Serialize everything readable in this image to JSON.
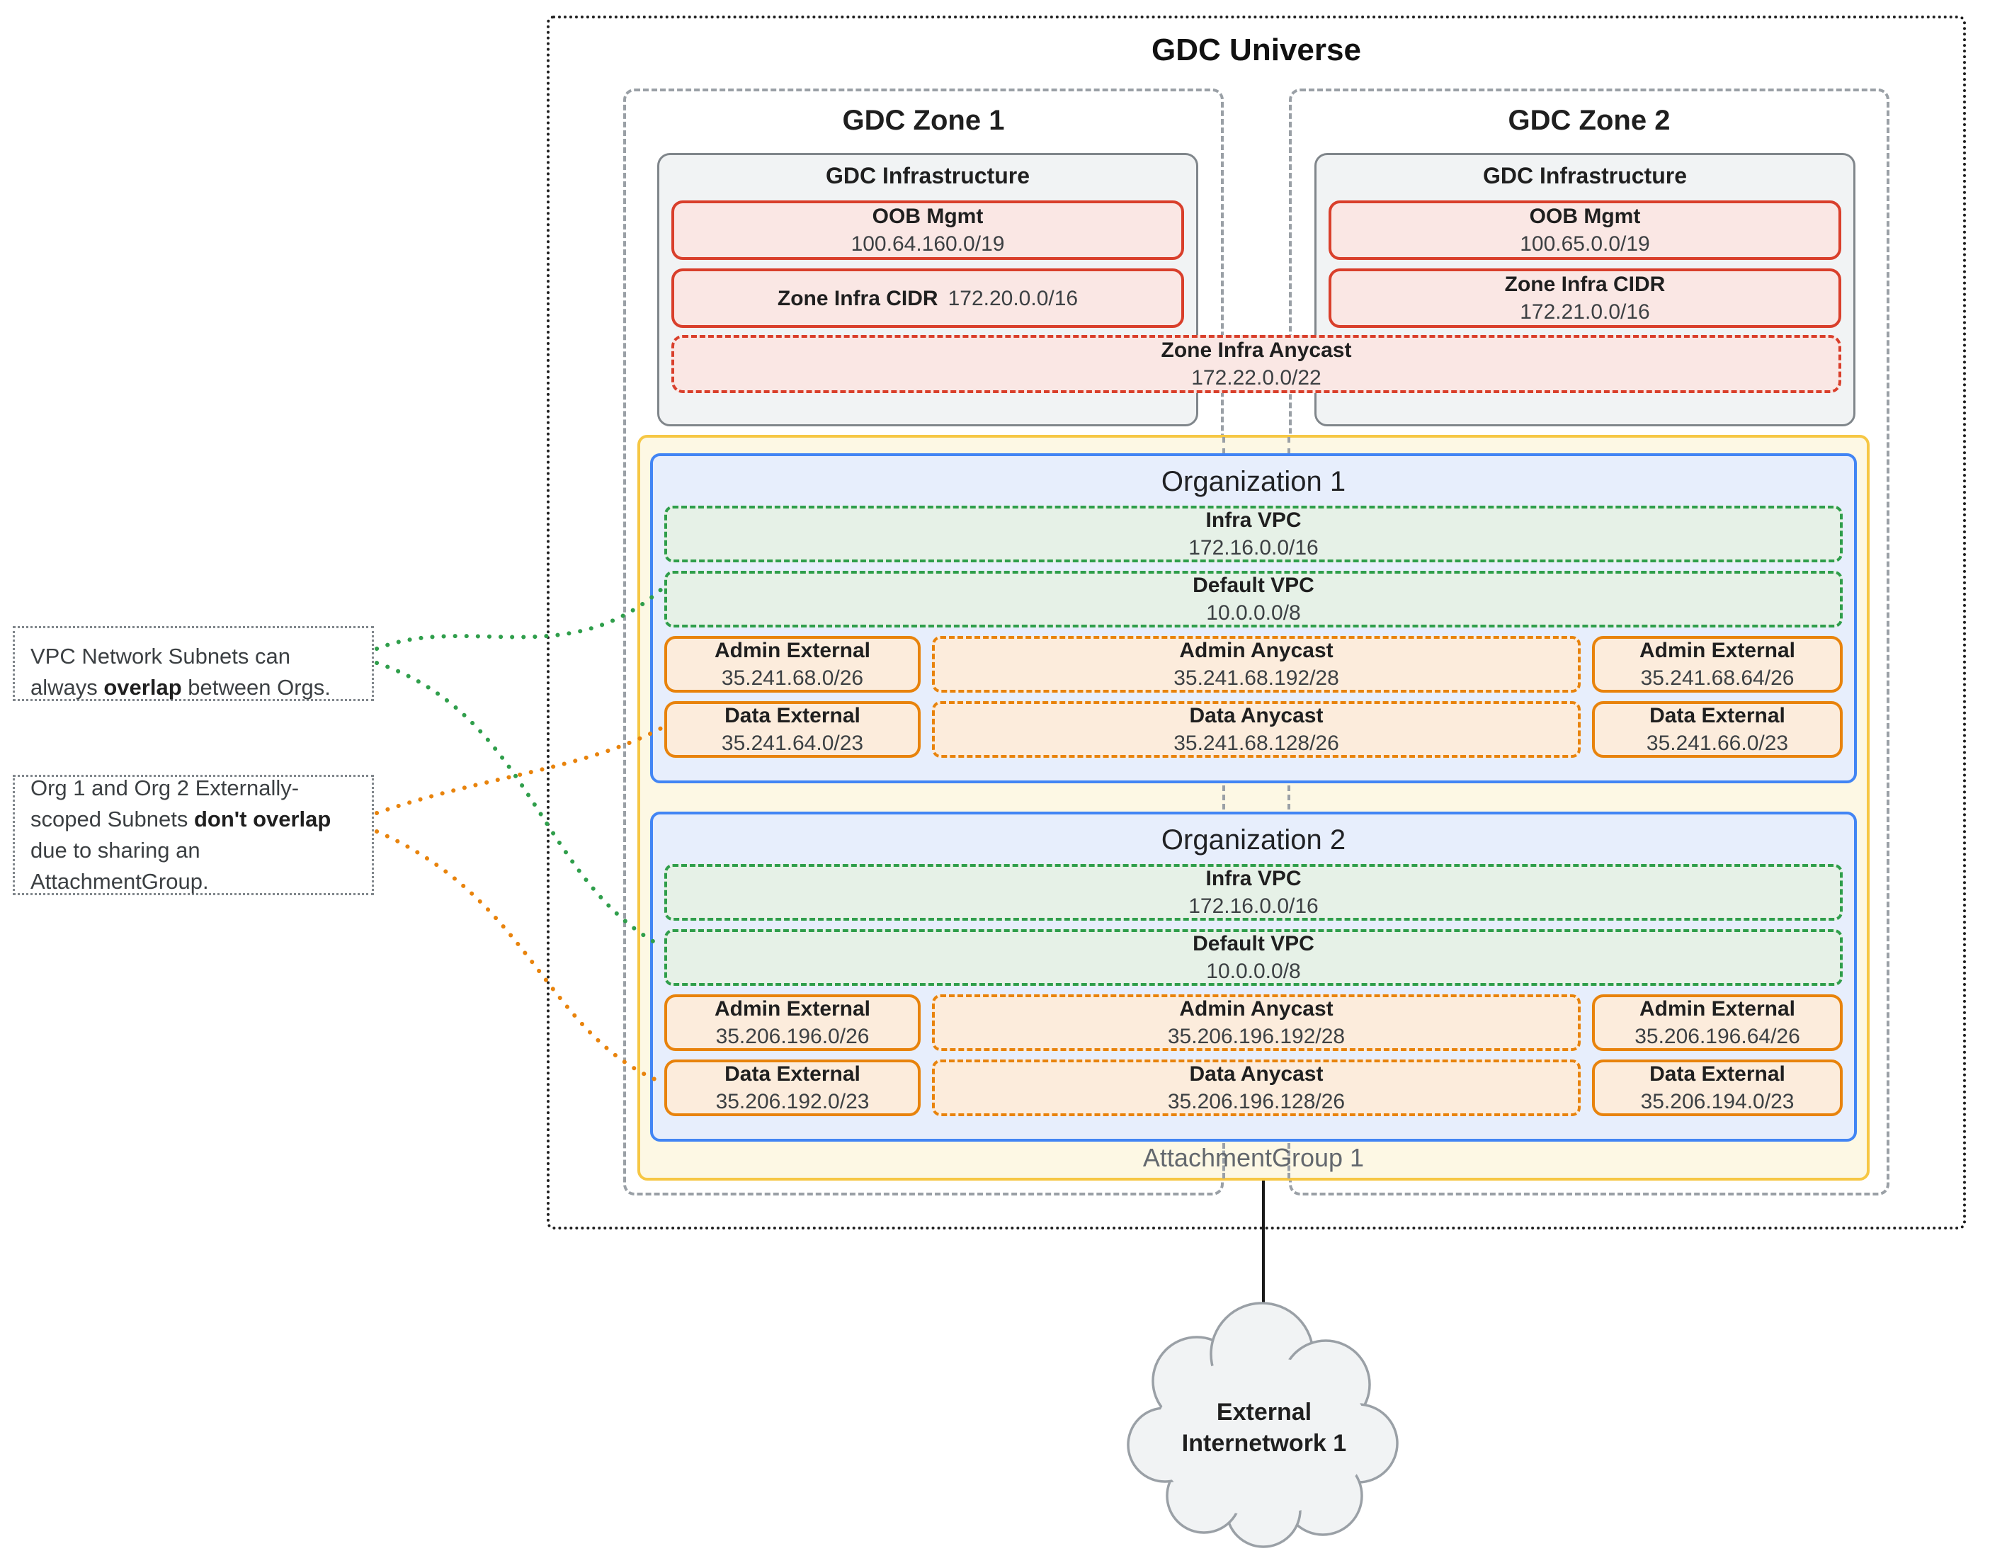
{
  "universe": {
    "title": "GDC Universe"
  },
  "zones": [
    {
      "title": "GDC Zone 1",
      "infra_title": "GDC Infrastructure",
      "oob": {
        "label": "OOB Mgmt",
        "cidr": "100.64.160.0/19"
      },
      "zone_infra_cidr": {
        "label": "Zone Infra CIDR",
        "cidr": "172.20.0.0/16"
      }
    },
    {
      "title": "GDC Zone 2",
      "infra_title": "GDC Infrastructure",
      "oob": {
        "label": "OOB Mgmt",
        "cidr": "100.65.0.0/19"
      },
      "zone_infra_cidr": {
        "label": "Zone Infra CIDR",
        "cidr": "172.21.0.0/16"
      }
    }
  ],
  "zone_infra_anycast": {
    "label": "Zone Infra Anycast",
    "cidr": "172.22.0.0/22"
  },
  "attachment_group": {
    "label": "AttachmentGroup 1"
  },
  "organizations": [
    {
      "title": "Organization 1",
      "infra_vpc": {
        "label": "Infra VPC",
        "cidr": "172.16.0.0/16"
      },
      "default_vpc": {
        "label": "Default VPC",
        "cidr": "10.0.0.0/8"
      },
      "admin": {
        "left": {
          "label": "Admin External",
          "cidr": "35.241.68.0/26"
        },
        "mid": {
          "label": "Admin Anycast",
          "cidr": "35.241.68.192/28"
        },
        "right": {
          "label": "Admin External",
          "cidr": "35.241.68.64/26"
        }
      },
      "data": {
        "left": {
          "label": "Data External",
          "cidr": "35.241.64.0/23"
        },
        "mid": {
          "label": "Data Anycast",
          "cidr": "35.241.68.128/26"
        },
        "right": {
          "label": "Data External",
          "cidr": "35.241.66.0/23"
        }
      }
    },
    {
      "title": "Organization 2",
      "infra_vpc": {
        "label": "Infra VPC",
        "cidr": "172.16.0.0/16"
      },
      "default_vpc": {
        "label": "Default VPC",
        "cidr": "10.0.0.0/8"
      },
      "admin": {
        "left": {
          "label": "Admin External",
          "cidr": "35.206.196.0/26"
        },
        "mid": {
          "label": "Admin Anycast",
          "cidr": "35.206.196.192/28"
        },
        "right": {
          "label": "Admin External",
          "cidr": "35.206.196.64/26"
        }
      },
      "data": {
        "left": {
          "label": "Data External",
          "cidr": "35.206.192.0/23"
        },
        "mid": {
          "label": "Data Anycast",
          "cidr": "35.206.196.128/26"
        },
        "right": {
          "label": "Data External",
          "cidr": "35.206.194.0/23"
        }
      }
    }
  ],
  "annotations": [
    {
      "segments": [
        {
          "text": "VPC Network Subnets can always ",
          "bold": false
        },
        {
          "text": "overlap",
          "bold": true
        },
        {
          "text": " between Orgs.",
          "bold": false
        }
      ]
    },
    {
      "segments": [
        {
          "text": "Org 1 and Org 2 Externally-scoped Subnets ",
          "bold": false
        },
        {
          "text": "don't overlap",
          "bold": true
        },
        {
          "text": " due to sharing an AttachmentGroup.",
          "bold": false
        }
      ]
    }
  ],
  "external_network": {
    "line1": "External",
    "line2": "Internetwork 1"
  },
  "colors": {
    "universe_border": "#1f1f1f",
    "zone_border": "#9aa0a6",
    "infra_fill": "#f1f3f4",
    "red_border": "#d93f2b",
    "red_fill": "#fae7e4",
    "green_border": "#2f9e4b",
    "green_fill": "#e6f1e7",
    "orange_border": "#e8830c",
    "orange_fill": "#fcecdc",
    "org_border": "#4285f4",
    "org_fill": "#e7eefc",
    "group_border": "#f6c744",
    "group_fill": "#fdf8e4"
  }
}
